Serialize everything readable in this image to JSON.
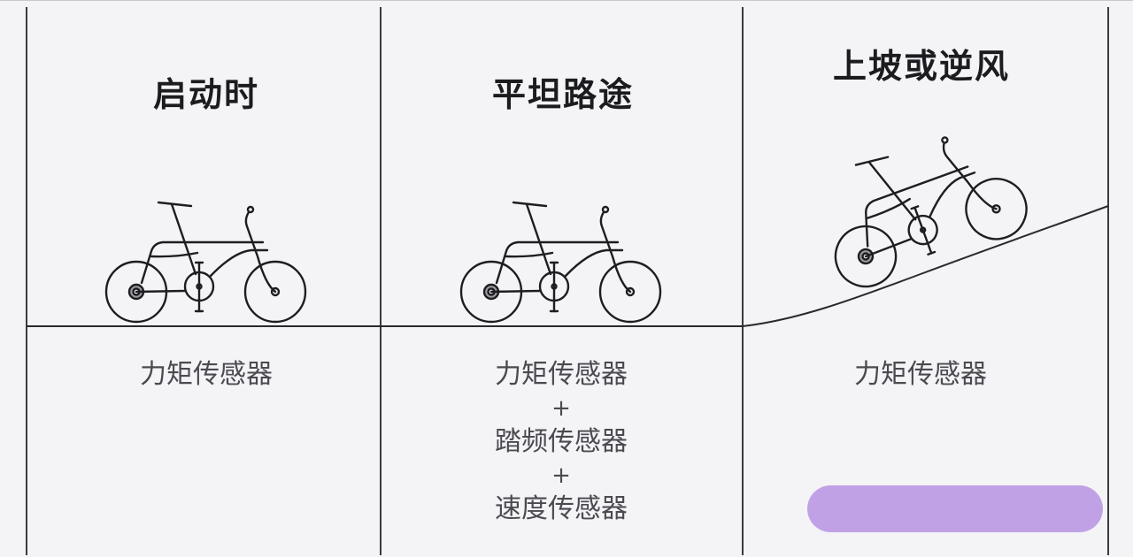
{
  "panels": [
    {
      "title": "启动时",
      "sensors": [
        "力矩传感器"
      ],
      "terrain": "flat"
    },
    {
      "title": "平坦路途",
      "sensors": [
        "力矩传感器",
        "+",
        "踏频传感器",
        "+",
        "速度传感器"
      ],
      "terrain": "flat"
    },
    {
      "title": "上坡或逆风",
      "sensors": [
        "力矩传感器"
      ],
      "terrain": "uphill"
    }
  ],
  "colors": {
    "background": "#f4f4f7",
    "line": "#1e1e22",
    "title_text": "#1c1c20",
    "label_text": "#4a4a50",
    "pill": "#c1a1e6"
  }
}
